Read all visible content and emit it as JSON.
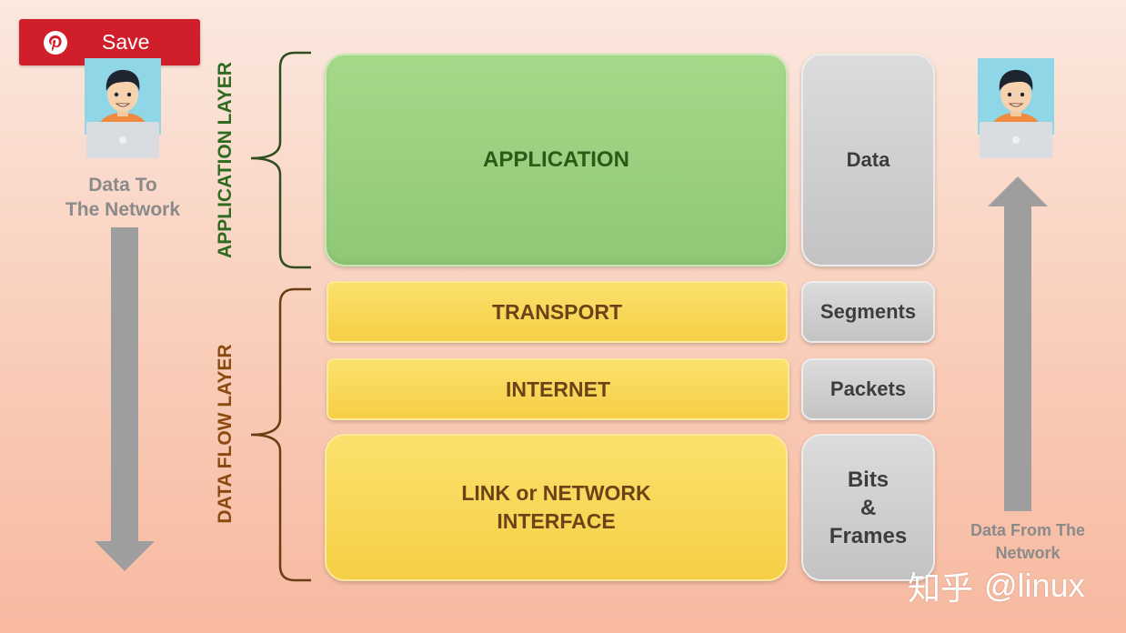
{
  "save_button": {
    "label": "Save",
    "icon": "pinterest-icon",
    "color": "#d01f2a"
  },
  "left_caption": {
    "line1": "Data To",
    "line2": "The Network"
  },
  "right_caption": {
    "line1": "Data From The",
    "line2": "Network"
  },
  "layer_groups": {
    "application": {
      "label": "APPLICATION LAYER",
      "color": "#2f6b1e"
    },
    "data_flow": {
      "label": "DATA FLOW LAYER",
      "color": "#8a4a10"
    }
  },
  "layers": {
    "application": {
      "name": "APPLICATION",
      "unit": "Data"
    },
    "transport": {
      "name": "TRANSPORT",
      "unit": "Segments"
    },
    "internet": {
      "name": "INTERNET",
      "unit": "Packets"
    },
    "link": {
      "name_line1": "LINK or NETWORK",
      "name_line2": "INTERFACE",
      "unit_line1": "Bits",
      "unit_line2": "&",
      "unit_line3": "Frames"
    }
  },
  "arrows": {
    "left": "down-arrow",
    "right": "up-arrow",
    "color": "#9e9e9e"
  },
  "watermark": {
    "site": "知乎",
    "handle": "@linux"
  }
}
